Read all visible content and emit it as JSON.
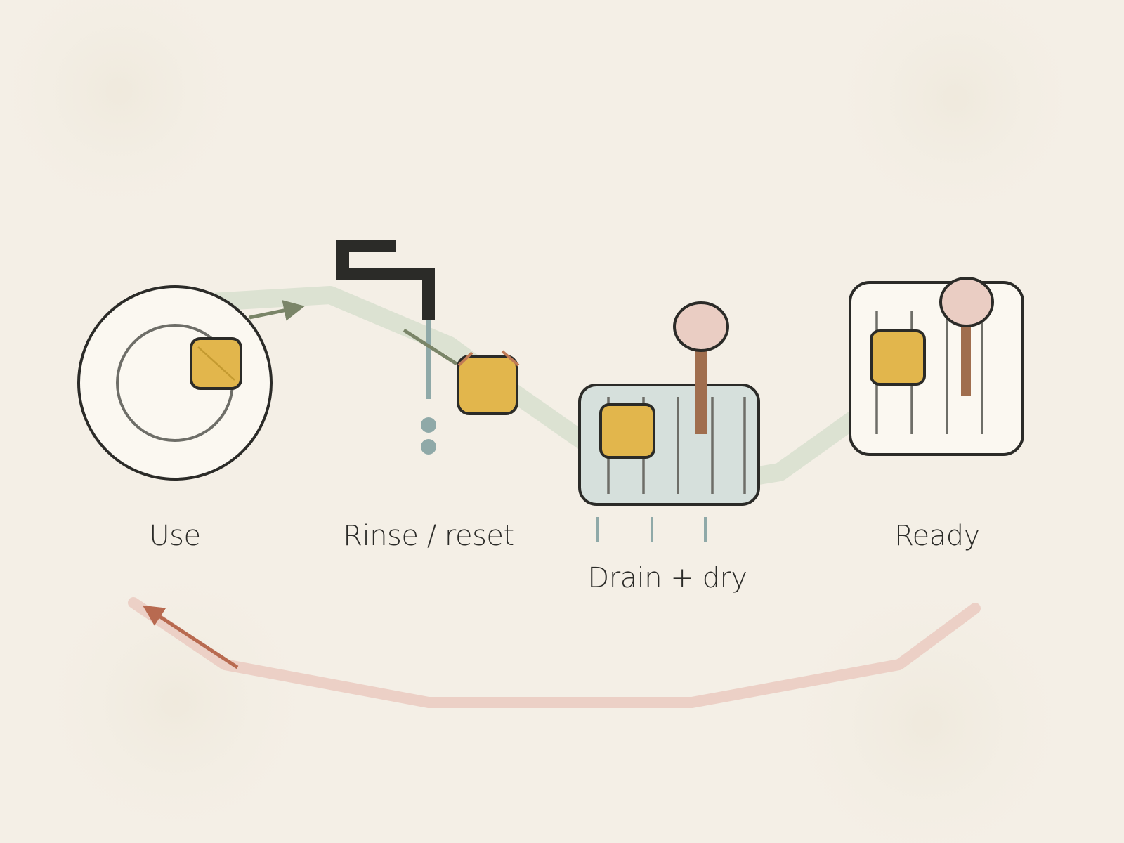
{
  "steps": [
    {
      "id": "use",
      "label": "Use"
    },
    {
      "id": "rinse",
      "label": "Rinse / reset"
    },
    {
      "id": "drain",
      "label": "Drain + dry"
    },
    {
      "id": "ready",
      "label": "Ready"
    }
  ],
  "colors": {
    "background": "#f4efe6",
    "outline": "#2b2b28",
    "sponge": "#e2b64c",
    "flow_path": "#dce2d2",
    "flow_arrow": "#7a8568",
    "return_path": "#ecd0c6",
    "return_arrow": "#b86a50",
    "water": "#8fa9a8",
    "rack_fill": "#d6e0dc",
    "brush_head": "#eacdc3",
    "brush_handle": "#a06e4e",
    "plate_fill": "#fbf8f1"
  },
  "icons": [
    "plate-icon",
    "faucet-icon",
    "drying-rack-icon",
    "brush-icon",
    "sponge-icon",
    "cleaning-caddy-icon"
  ]
}
